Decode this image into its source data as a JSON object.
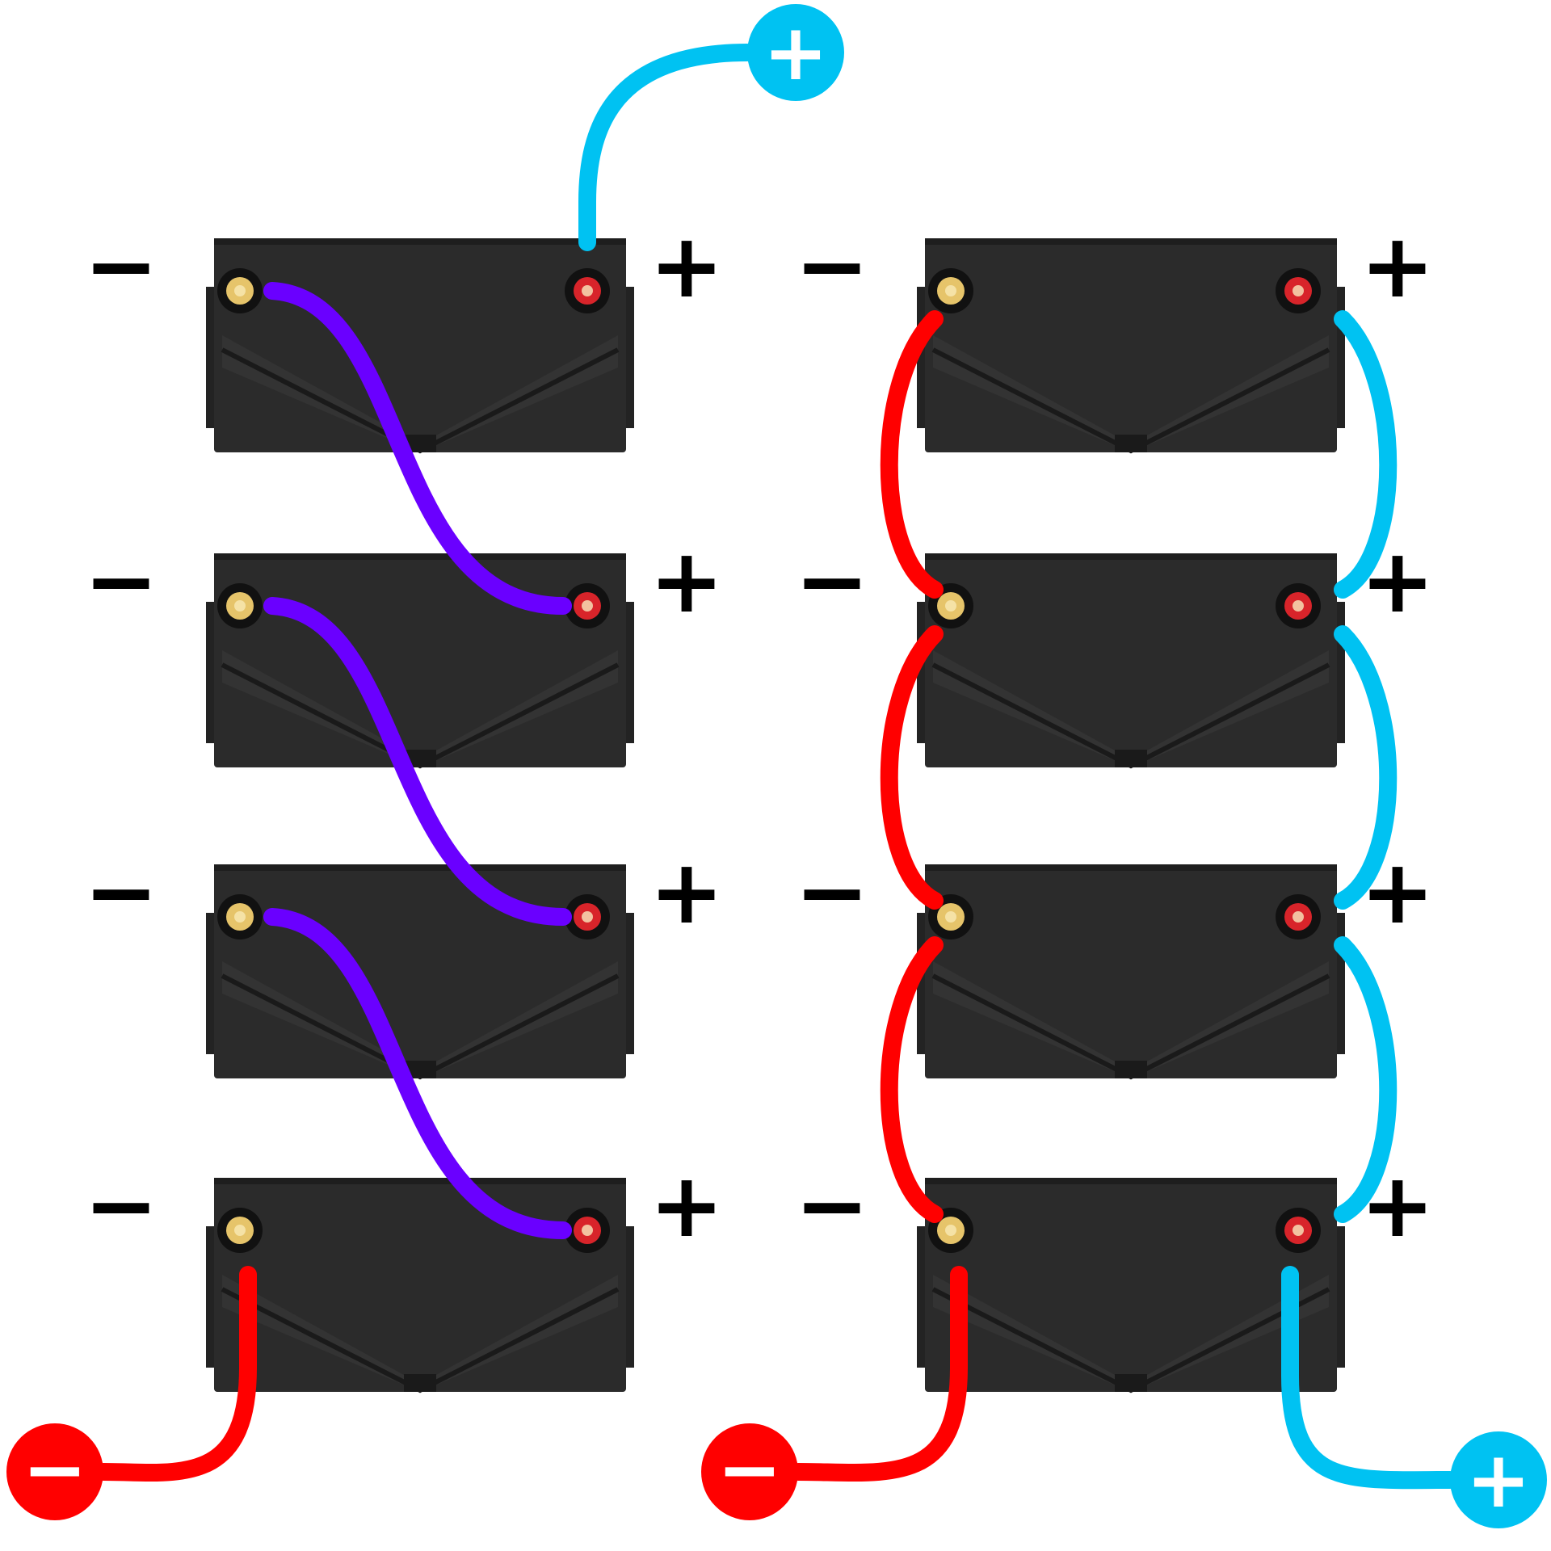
{
  "colors": {
    "series_link": "#6a00ff",
    "negative": "#ff0000",
    "positive": "#00c2f2",
    "battery": "#2b2b2b",
    "terminal_negative": "#e6c46a",
    "terminal_positive": "#d8242a"
  },
  "labels": {
    "minus": "−",
    "plus": "+"
  },
  "end_connectors": {
    "left_positive": "+",
    "left_negative": "−",
    "right_negative": "−",
    "right_positive": "+"
  },
  "diagrams": [
    {
      "id": "series",
      "battery_count": 4
    },
    {
      "id": "parallel",
      "battery_count": 4
    }
  ]
}
